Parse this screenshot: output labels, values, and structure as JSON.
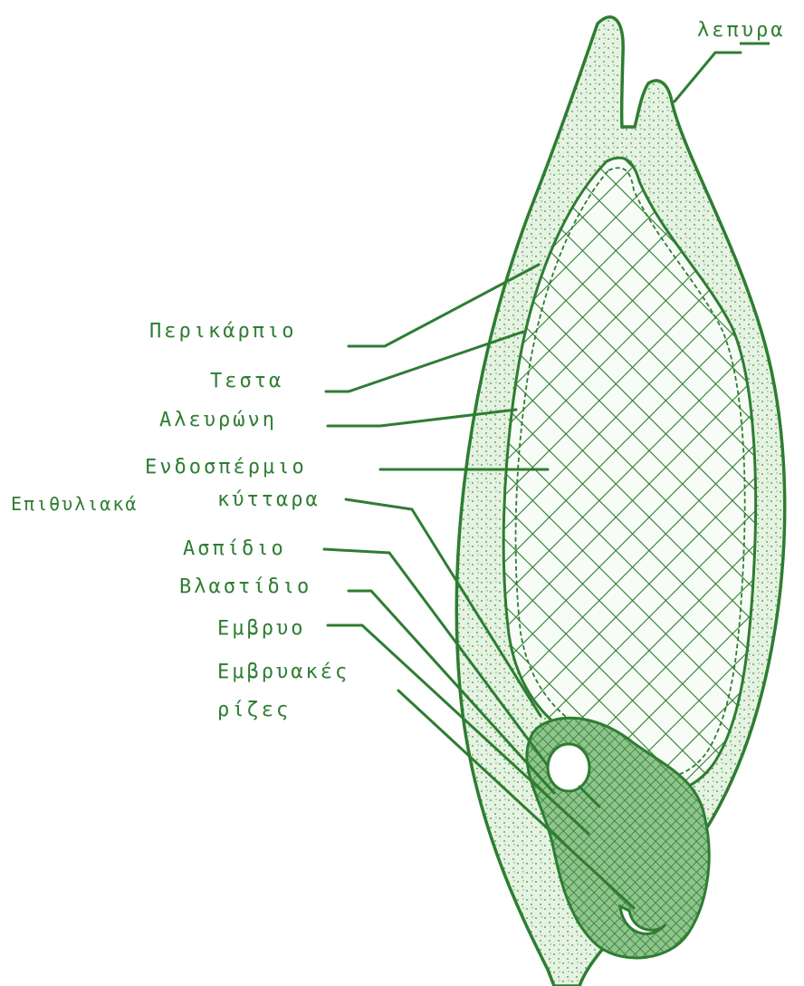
{
  "labels": {
    "husk": "λεπυρα",
    "pericarp": "Περικάρπιο",
    "testa": "Τεστα",
    "aleurone": "Αλευρώνη",
    "endosperm": "Ενδοσπέρμιο",
    "epithelial_1": "Επιθυλιακά",
    "epithelial_2": "κύτταρα",
    "scutellum": "Ασπίδιο",
    "plumule": "Βλαστίδιο",
    "embryo": "Εμβρυο",
    "embryonic_roots_1": "Εμβρυακές",
    "embryonic_roots_2": "ρίζες"
  },
  "colors": {
    "ink": "#2e7d32",
    "husk_fill": "#e3f1df",
    "endosperm_fill": "#f7fbf6",
    "embryo_fill": "#9ccc9a"
  }
}
